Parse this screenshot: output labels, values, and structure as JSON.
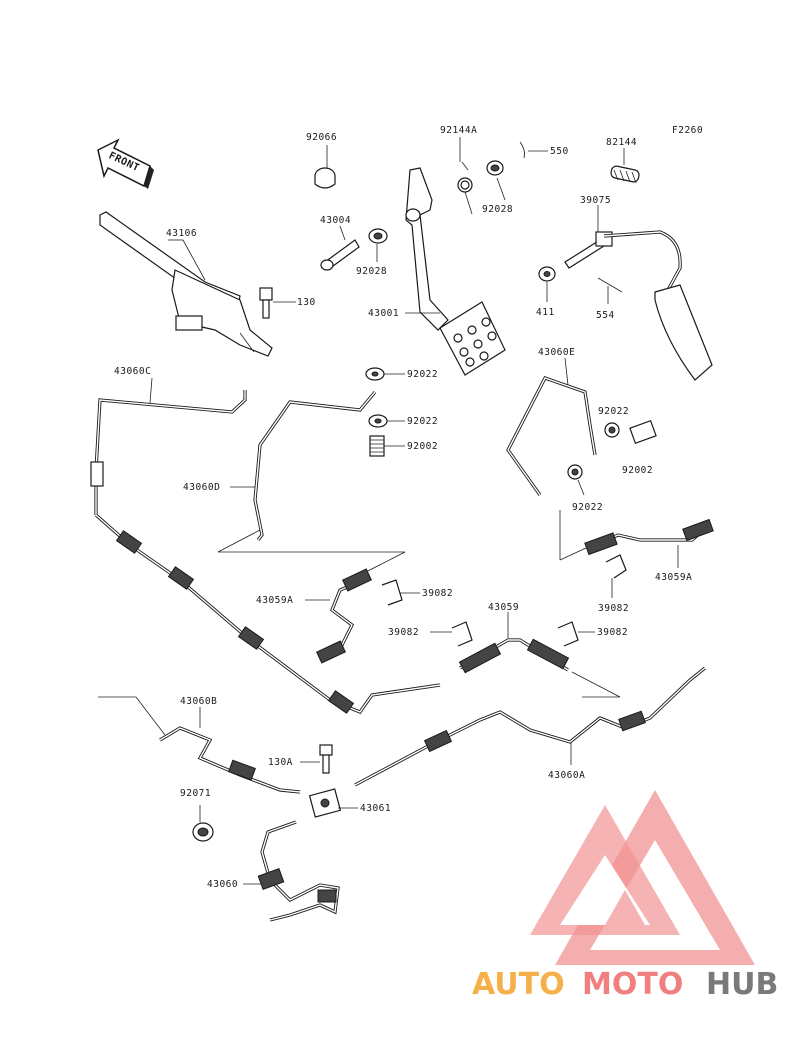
{
  "diagram": {
    "code": "F2260",
    "front_label": "FRONT",
    "parts": {
      "p92066": "92066",
      "p92144A": "92144A",
      "p550": "550",
      "p82144": "82144",
      "p43004": "43004",
      "p92028a": "92028",
      "p92028b": "92028",
      "p39075": "39075",
      "p43106": "43106",
      "p130": "130",
      "p43001": "43001",
      "p411": "411",
      "p554": "554",
      "p43060C": "43060C",
      "p92022a": "92022",
      "p92022b": "92022",
      "p92002a": "92002",
      "p43060E": "43060E",
      "p92022c": "92022",
      "p92002b": "92002",
      "p92022d": "92022",
      "p43060D": "43060D",
      "p43059A_l": "43059A",
      "p39082a": "39082",
      "p43059": "43059",
      "p39082b": "39082",
      "p39082c": "39082",
      "p39082d": "39082",
      "p43059A_r": "43059A",
      "p43060B": "43060B",
      "p130A": "130A",
      "p92071": "92071",
      "p43061": "43061",
      "p43060A": "43060A",
      "p43060": "43060"
    }
  },
  "watermark": {
    "auto": "AUTO",
    "moto": "MOTO",
    "hub": "HUB",
    "color_orange": "#f5b04a",
    "color_red": "#f08080",
    "color_gray": "#7a7a7a"
  }
}
